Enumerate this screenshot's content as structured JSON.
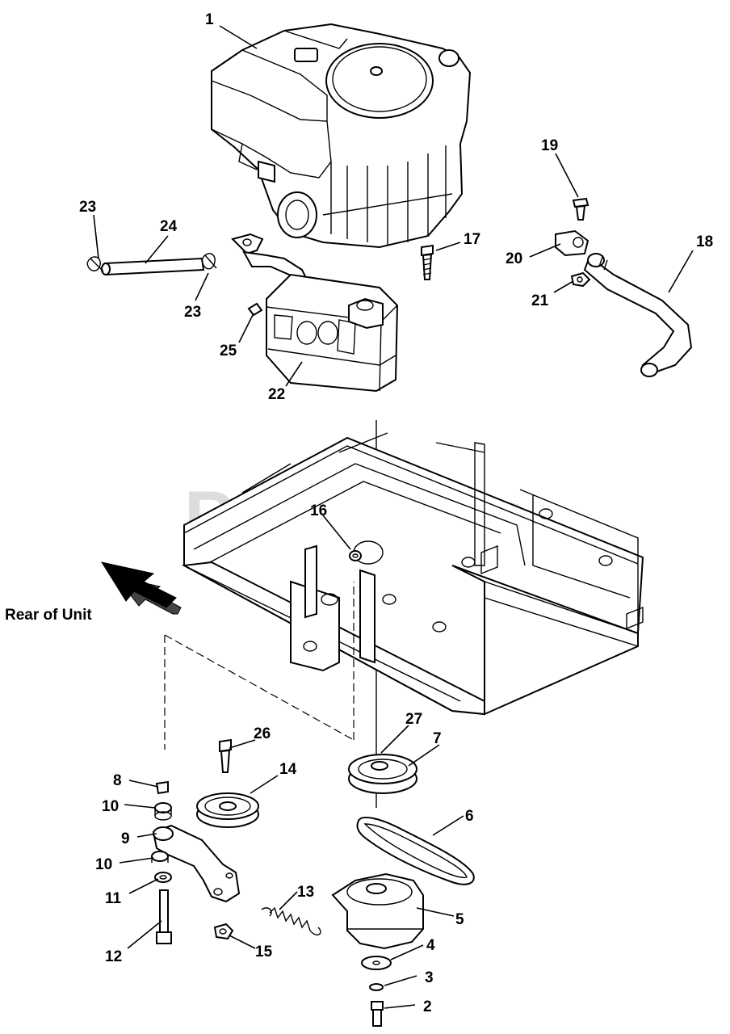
{
  "watermark": "PartsTree",
  "orientation_label": "Rear of Unit",
  "callouts": {
    "c1": "1",
    "c2": "2",
    "c3": "3",
    "c4": "4",
    "c5": "5",
    "c6": "6",
    "c7": "7",
    "c8": "8",
    "c9": "9",
    "c10a": "10",
    "c10b": "10",
    "c11": "11",
    "c12": "12",
    "c13": "13",
    "c14": "14",
    "c15": "15",
    "c16": "16",
    "c17": "17",
    "c18": "18",
    "c19": "19",
    "c20": "20",
    "c21": "21",
    "c22": "22",
    "c23a": "23",
    "c23b": "23",
    "c24": "24",
    "c25": "25",
    "c26": "26",
    "c27": "27"
  }
}
